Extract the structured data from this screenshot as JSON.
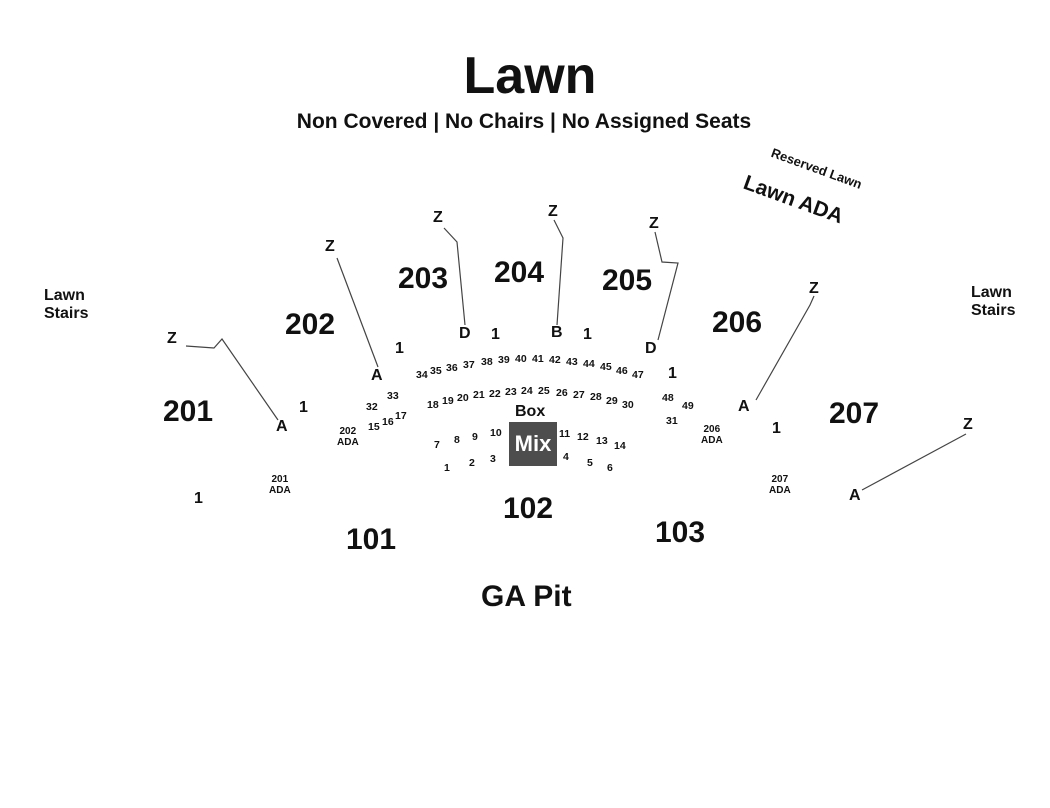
{
  "header": {
    "title": "Lawn",
    "subtitle": "Non Covered | No Chairs | No Assigned Seats"
  },
  "lawn_labels": {
    "reserved_lawn": "Reserved Lawn",
    "lawn_ada": "Lawn ADA",
    "lawn_stairs_left": [
      "Lawn",
      "Stairs"
    ],
    "lawn_stairs_right": [
      "Lawn",
      "Stairs"
    ]
  },
  "sections": {
    "s201": "201",
    "s202": "202",
    "s203": "203",
    "s204": "204",
    "s205": "205",
    "s206": "206",
    "s207": "207",
    "s101": "101",
    "s102": "102",
    "s103": "103",
    "ga_pit": "GA Pit"
  },
  "rows": {
    "z": "Z",
    "a": "A",
    "b": "B",
    "d": "D",
    "one": "1"
  },
  "ada": {
    "a201": [
      "201",
      "ADA"
    ],
    "a202": [
      "202",
      "ADA"
    ],
    "a206": [
      "206",
      "ADA"
    ],
    "a207": [
      "207",
      "ADA"
    ]
  },
  "mix": {
    "box": "Box",
    "mix": "Mix"
  },
  "seats": {
    "n1": "1",
    "n2": "2",
    "n3": "3",
    "n4": "4",
    "n5": "5",
    "n6": "6",
    "n7": "7",
    "n8": "8",
    "n9": "9",
    "n10": "10",
    "n11": "11",
    "n12": "12",
    "n13": "13",
    "n14": "14",
    "n15": "15",
    "n16": "16",
    "n17": "17",
    "n18": "18",
    "n19": "19",
    "n20": "20",
    "n21": "21",
    "n22": "22",
    "n23": "23",
    "n24": "24",
    "n25": "25",
    "n26": "26",
    "n27": "27",
    "n28": "28",
    "n29": "29",
    "n30": "30",
    "n31": "31",
    "n32": "32",
    "n33": "33",
    "n34": "34",
    "n35": "35",
    "n36": "36",
    "n37": "37",
    "n38": "38",
    "n39": "39",
    "n40": "40",
    "n41": "41",
    "n42": "42",
    "n43": "43",
    "n44": "44",
    "n45": "45",
    "n46": "46",
    "n47": "47",
    "n48": "48",
    "n49": "49"
  },
  "colors": {
    "mix_fill": "#4d4d4d",
    "text": "#111111",
    "lines": "#444444"
  }
}
